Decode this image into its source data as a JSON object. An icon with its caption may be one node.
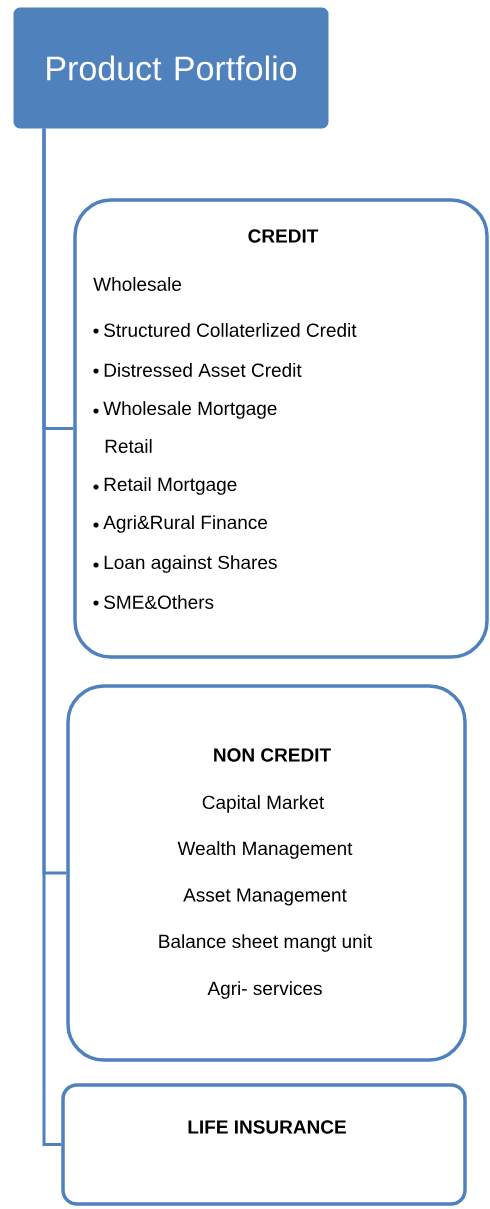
{
  "diagram": {
    "nodes": [
      {
        "text": [
          "Product Portfolio"
        ]
      },
      {
        "text": [
          "CREDIT",
          "Wholesale",
          "Structured Collaterlized Credit",
          "Distressed  Asset Credit",
          "Wholesale Mortgage",
          "Retail",
          "Retail Mortgage",
          "Agri&Rural Finance",
          "Loan against Shares",
          "SME&Others"
        ]
      },
      {
        "text": [
          "NON CREDIT",
          "Capital Market",
          "Wealth Management",
          "Asset Management",
          "Balance sheet mangt unit",
          "Agri- services"
        ]
      },
      {
        "text": [
          "LIFE INSURANCE"
        ]
      }
    ],
    "edges": [
      {
        "from": 0,
        "to": 1,
        "arrow": "none"
      },
      {
        "from": 0,
        "to": 2,
        "arrow": "none"
      },
      {
        "from": 0,
        "to": 3,
        "arrow": "none"
      }
    ]
  }
}
